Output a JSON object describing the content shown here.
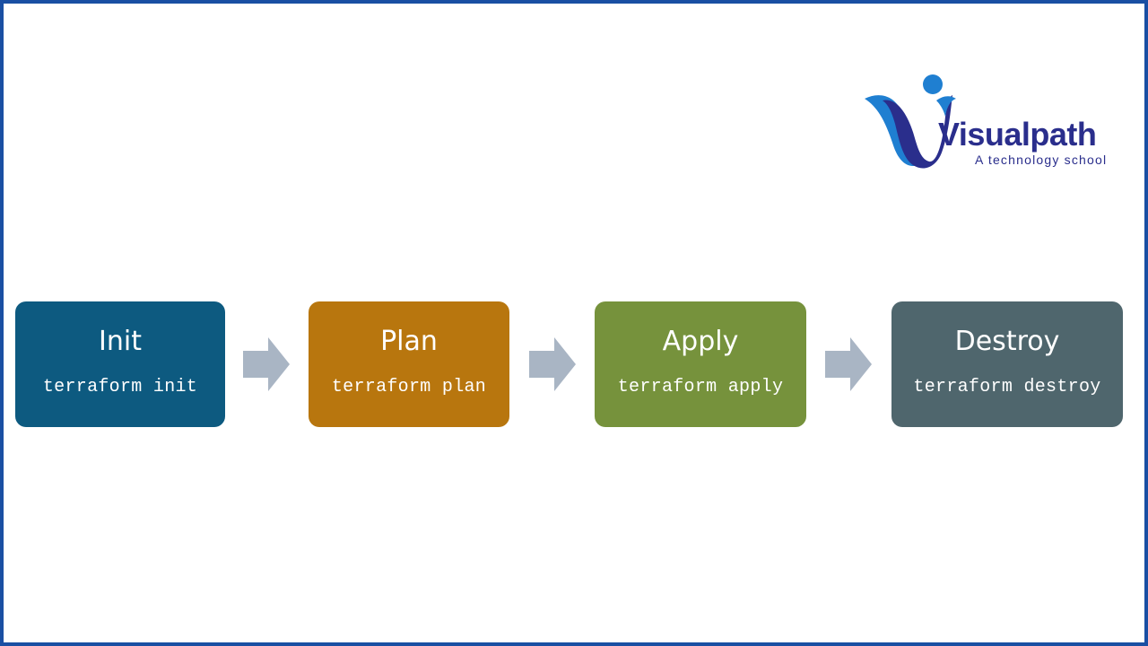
{
  "logo": {
    "name": "Visualpath",
    "tagline": "A technology school",
    "colors": {
      "dark": "#2a2e8c",
      "light": "#1f7fd1"
    }
  },
  "steps": [
    {
      "title": "Init",
      "command": "terraform init",
      "color": "#0d5a80"
    },
    {
      "title": "Plan",
      "command": "terraform plan",
      "color": "#b8760e"
    },
    {
      "title": "Apply",
      "command": "terraform apply",
      "color": "#76923c"
    },
    {
      "title": "Destroy",
      "command": "terraform destroy",
      "color": "#4f666d"
    }
  ],
  "arrow_color": "#a9b5c4",
  "frame_color": "#1a4fa3"
}
